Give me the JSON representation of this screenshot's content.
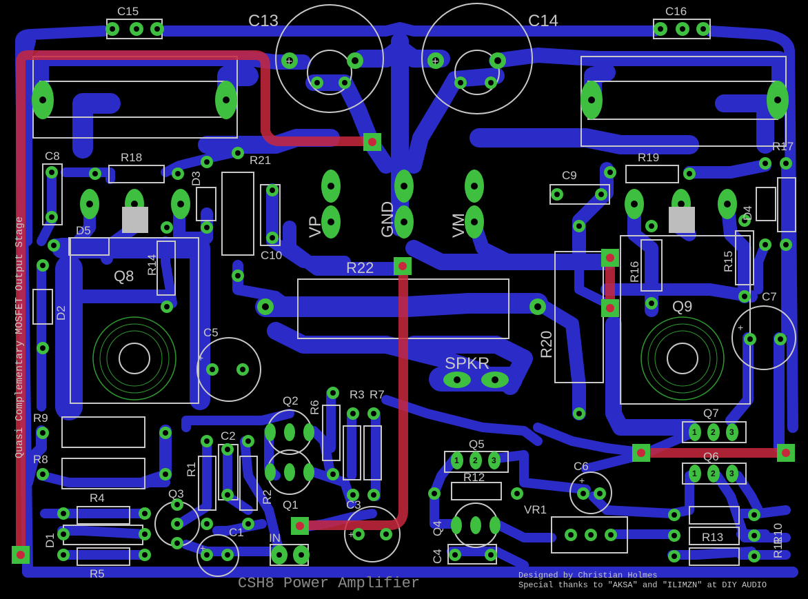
{
  "board": {
    "side_title": "Quasi Complementary MOSFET Output Stage",
    "bottom_title": "CSH8 Power Amplifier",
    "credit_line1": "Designed by Christian Holmes",
    "credit_line2": "Special thanks to \"AKSA\" and \"ILIMZN\" at DIY AUDIO"
  },
  "components": {
    "C15": "C15",
    "C16": "C16",
    "C13": "C13",
    "C14": "C14",
    "C8": "C8",
    "R18": "R18",
    "D3": "D3",
    "R21": "R21",
    "C10": "C10",
    "D5": "D5",
    "Q8": "Q8",
    "R14": "R14",
    "D2": "D2",
    "C5": "C5",
    "R22": "R22",
    "C9": "C9",
    "R19": "R19",
    "R17": "R17",
    "D4": "D4",
    "R16": "R16",
    "R15": "R15",
    "Q9": "Q9",
    "C7": "C7",
    "R20": "R20",
    "R9": "R9",
    "R8": "R8",
    "Q2": "Q2",
    "R6": "R6",
    "R3": "R3",
    "R7": "R7",
    "C2": "C2",
    "R1": "R1",
    "R2": "R2",
    "Q1": "Q1",
    "C3": "C3",
    "R4": "R4",
    "Q3": "Q3",
    "D1": "D1",
    "R5": "R5",
    "C1": "C1",
    "Q5": "Q5",
    "R12": "R12",
    "Q4": "Q4",
    "C4": "C4",
    "C6": "C6",
    "VR1": "VR1",
    "Q7": "Q7",
    "Q6": "Q6",
    "R13": "R13",
    "R10": "R10",
    "R11": "R11"
  },
  "connectors": {
    "VP": "VP",
    "GND": "GND",
    "VM": "VM",
    "SPKR": "SPKR",
    "IN": "IN"
  },
  "pin_labels": {
    "p1": "1",
    "p2": "2",
    "p3": "3"
  },
  "polarity": {
    "plus": "+"
  },
  "colors": {
    "board": "#000000",
    "trace": "#2b2bc8",
    "pad": "#3fbf3f",
    "top_trace": "#c8283c",
    "silk": "#c8c8c8"
  }
}
